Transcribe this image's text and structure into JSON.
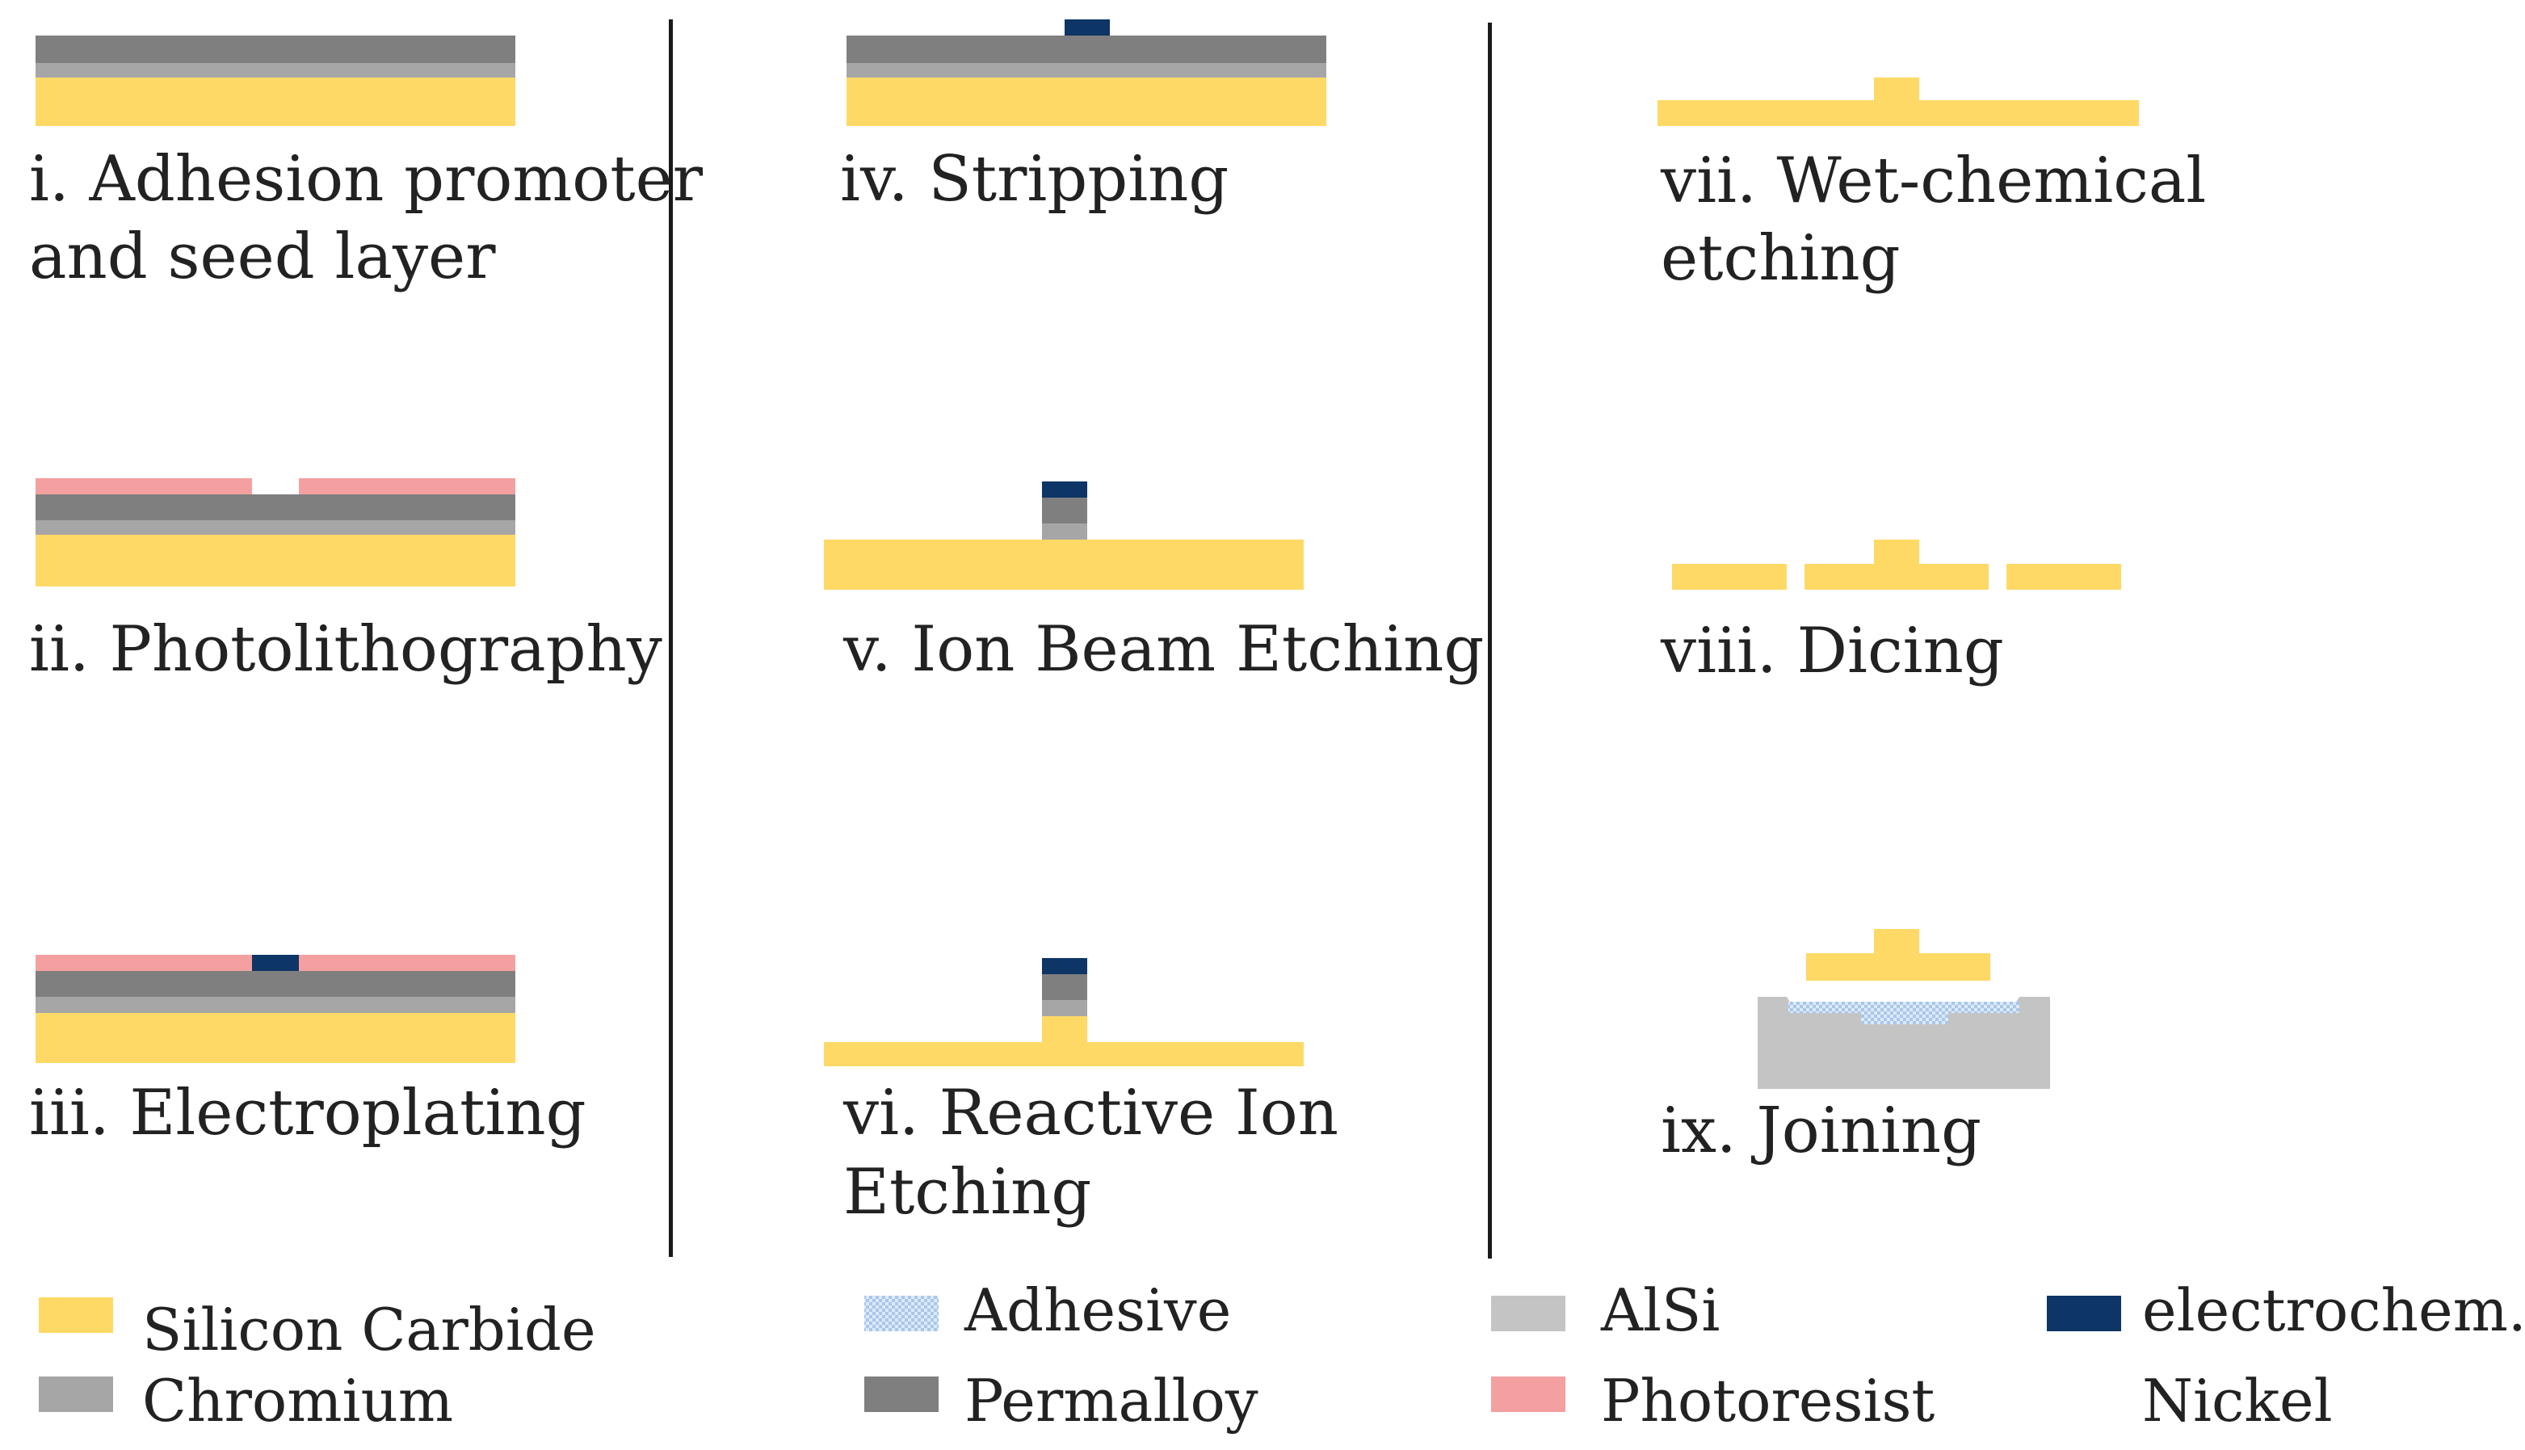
{
  "colors": {
    "silicon_carbide": "#ffd966",
    "chromium": "#a6a6a6",
    "permalloy": "#7f7f7f",
    "nickel": "#0d3566",
    "photoresist": "#f4a0a0",
    "alsi": "#c4c4c4",
    "adhesive": "#c9dcf2",
    "divider": "#1a1a1a",
    "text": "#222222"
  },
  "steps": [
    {
      "id": "i",
      "label_line1": "i. Adhesion promoter",
      "label_line2": "and seed layer"
    },
    {
      "id": "ii",
      "label_line1": "ii. Photolithography",
      "label_line2": ""
    },
    {
      "id": "iii",
      "label_line1": "iii. Electroplating",
      "label_line2": ""
    },
    {
      "id": "iv",
      "label_line1": "iv. Stripping",
      "label_line2": ""
    },
    {
      "id": "v",
      "label_line1": "v. Ion Beam Etching",
      "label_line2": ""
    },
    {
      "id": "vi",
      "label_line1": "vi. Reactive Ion",
      "label_line2": "Etching"
    },
    {
      "id": "vii",
      "label_line1": "vii. Wet-chemical",
      "label_line2": "etching"
    },
    {
      "id": "viii",
      "label_line1": "viii. Dicing",
      "label_line2": ""
    },
    {
      "id": "ix",
      "label_line1": "ix. Joining",
      "label_line2": ""
    }
  ],
  "legend": {
    "silicon_carbide": "Silicon Carbide",
    "chromium": "Chromium",
    "adhesive": "Adhesive",
    "permalloy": "Permalloy",
    "alsi": "AlSi",
    "photoresist": "Photoresist",
    "nickel_line1": "electrochem.",
    "nickel_line2": "Nickel"
  }
}
